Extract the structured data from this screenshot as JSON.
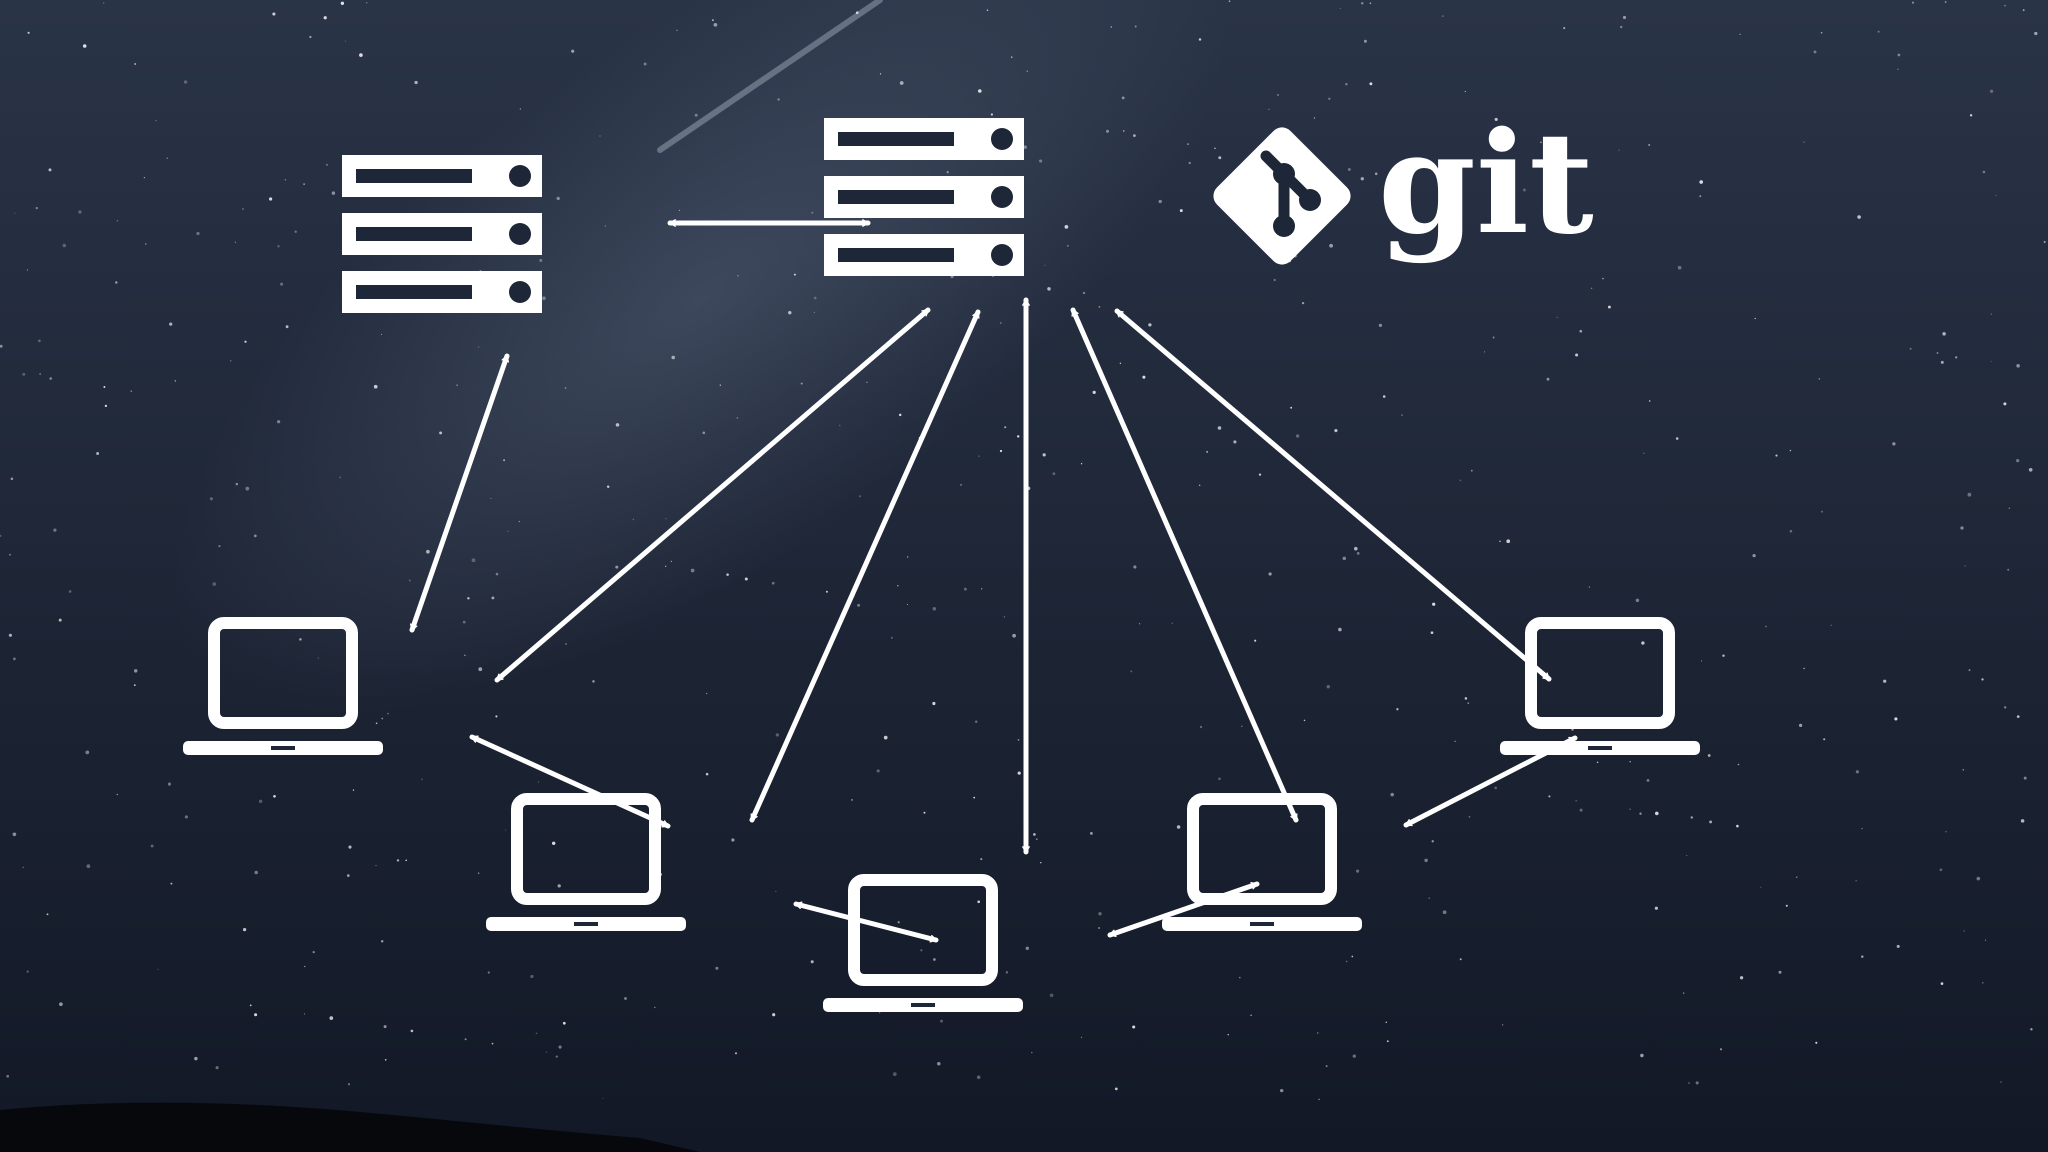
{
  "background": {
    "sky_top": "#2a3447",
    "sky_bottom": "#121826",
    "hill_color": "#06080c",
    "milky_way_color": "#6d7a93"
  },
  "foreground_color": "#ffffff",
  "logo": {
    "icon": "git-logo-icon",
    "wordmark": "git"
  },
  "nodes": {
    "servers": [
      {
        "id": "server-secondary",
        "icon": "server-icon"
      },
      {
        "id": "server-central",
        "icon": "server-icon"
      }
    ],
    "clients": [
      {
        "id": "laptop-far-left",
        "icon": "laptop-icon"
      },
      {
        "id": "laptop-mid-left",
        "icon": "laptop-icon"
      },
      {
        "id": "laptop-center",
        "icon": "laptop-icon"
      },
      {
        "id": "laptop-mid-right",
        "icon": "laptop-icon"
      },
      {
        "id": "laptop-far-right",
        "icon": "laptop-icon"
      }
    ]
  },
  "connections": [
    {
      "from": "server-secondary",
      "to": "server-central",
      "type": "bidirectional"
    },
    {
      "from": "server-secondary",
      "to": "laptop-far-left",
      "type": "bidirectional"
    },
    {
      "from": "server-central",
      "to": "laptop-far-left",
      "type": "bidirectional"
    },
    {
      "from": "server-central",
      "to": "laptop-mid-left",
      "type": "bidirectional"
    },
    {
      "from": "server-central",
      "to": "laptop-center",
      "type": "bidirectional"
    },
    {
      "from": "server-central",
      "to": "laptop-mid-right",
      "type": "bidirectional"
    },
    {
      "from": "server-central",
      "to": "laptop-far-right",
      "type": "bidirectional"
    },
    {
      "from": "laptop-far-left",
      "to": "laptop-mid-left",
      "type": "bidirectional"
    },
    {
      "from": "laptop-mid-left",
      "to": "laptop-center",
      "type": "bidirectional"
    },
    {
      "from": "laptop-center",
      "to": "laptop-mid-right",
      "type": "bidirectional"
    },
    {
      "from": "laptop-mid-right",
      "to": "laptop-far-right",
      "type": "bidirectional"
    }
  ]
}
